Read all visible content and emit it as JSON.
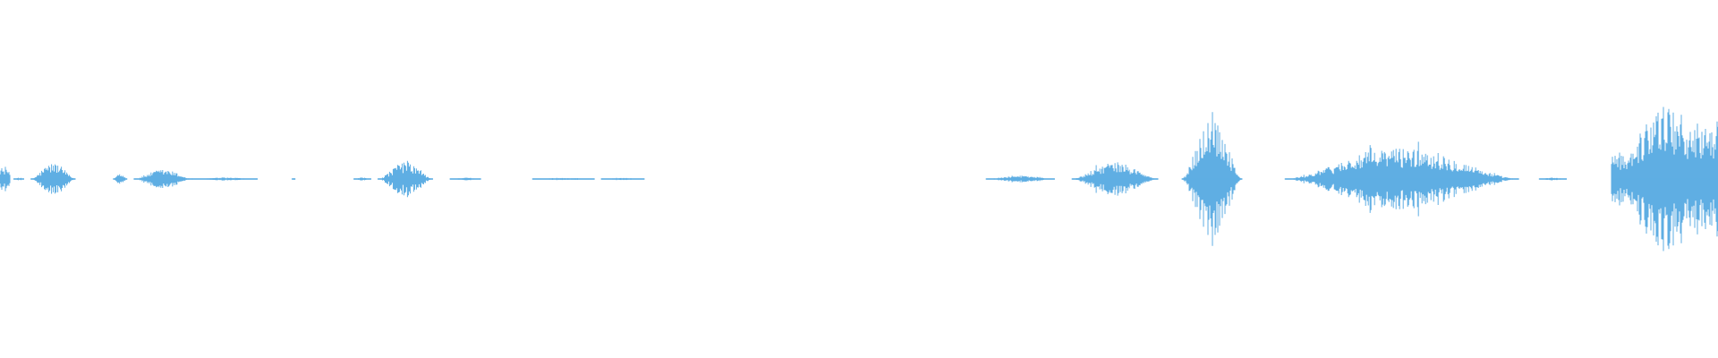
{
  "waveform": {
    "color": "#5faee3",
    "background": "#ffffff",
    "segments": [
      {
        "start": 0.0,
        "end": 0.006,
        "amp": 0.17
      },
      {
        "start": 0.008,
        "end": 0.014,
        "amp": 0.02
      },
      {
        "start": 0.018,
        "end": 0.044,
        "amp": 0.22
      },
      {
        "start": 0.066,
        "end": 0.074,
        "amp": 0.09
      },
      {
        "start": 0.078,
        "end": 0.112,
        "amp": 0.13
      },
      {
        "start": 0.112,
        "end": 0.15,
        "amp": 0.02
      },
      {
        "start": 0.17,
        "end": 0.172,
        "amp": 0.01
      },
      {
        "start": 0.206,
        "end": 0.216,
        "amp": 0.02
      },
      {
        "start": 0.22,
        "end": 0.252,
        "amp": 0.23
      },
      {
        "start": 0.262,
        "end": 0.28,
        "amp": 0.02
      },
      {
        "start": 0.31,
        "end": 0.346,
        "amp": 0.015
      },
      {
        "start": 0.35,
        "end": 0.375,
        "amp": 0.015
      },
      {
        "start": 0.574,
        "end": 0.614,
        "amp": 0.05
      },
      {
        "start": 0.624,
        "end": 0.674,
        "amp": 0.23
      },
      {
        "start": 0.688,
        "end": 0.723,
        "amp": 0.84
      },
      {
        "start": 0.748,
        "end": 0.884,
        "amp": 0.43
      },
      {
        "start": 0.896,
        "end": 0.912,
        "amp": 0.02
      },
      {
        "start": 0.938,
        "end": 1.0,
        "amp": 1.0
      }
    ]
  }
}
